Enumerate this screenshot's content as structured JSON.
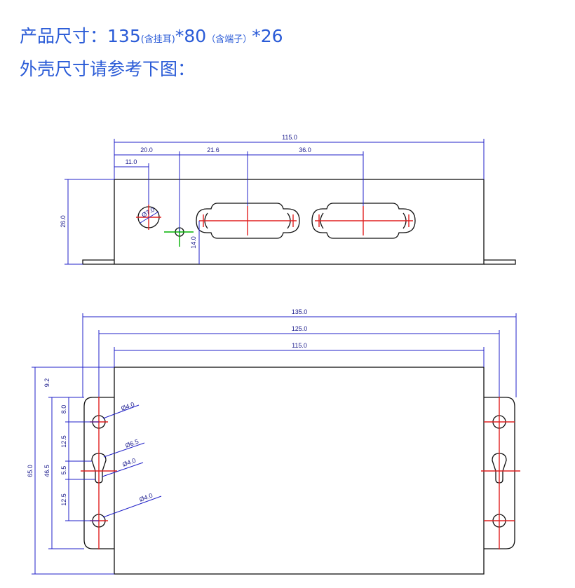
{
  "header": {
    "line1": {
      "label": "产品尺寸：",
      "length": "135",
      "length_note": "(含挂耳)",
      "sep1": "*80",
      "width_note": "（含端子）",
      "sep2": "*26"
    },
    "line2": "外壳尺寸请参考下图："
  },
  "front_view": {
    "dims": {
      "total": "115.0",
      "d20": "20.0",
      "d21": "21.6",
      "d36": "36.0",
      "d11": "11.0",
      "height": "26.0",
      "h14": "14.0",
      "hole": "Ø7.0"
    }
  },
  "top_view": {
    "dims": {
      "w135": "135.0",
      "w125": "125.0",
      "w115": "115.0",
      "h65": "65.0",
      "h46": "46.5",
      "h9": "9.2",
      "h8": "8.0",
      "h12a": "12.5",
      "h5": "5.5",
      "h12b": "12.5",
      "hole1": "Ø4.0",
      "hole2": "Ø6.5",
      "hole3": "Ø4.0",
      "hole4": "Ø4.0"
    }
  },
  "colors": {
    "title": "#2a5bd7",
    "dimension": "#2020c8",
    "centerline": "#e02020",
    "marker": "#00b000"
  }
}
